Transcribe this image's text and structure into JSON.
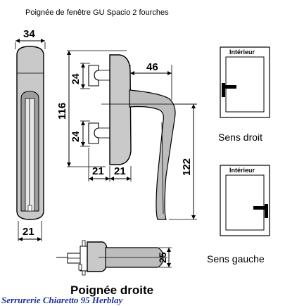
{
  "title": "Poignée de fenêtre GU Spacio 2 fourches",
  "dimensions": {
    "width_top": "34",
    "height_total": "116",
    "fork_top": "24",
    "fork_bottom": "24",
    "offset": "46",
    "base_left": "21",
    "base_right": "21",
    "handle_length": "122",
    "width_bottom": "21",
    "side_height": "25"
  },
  "orientation": {
    "droite": {
      "header": "Intérieur",
      "label": "Sens droit"
    },
    "gauche": {
      "header": "Intérieur",
      "label": "Sens gauche"
    }
  },
  "caption": "Poignée droite",
  "footer": "Serrurerie Chiaretto 95 Herblay",
  "colors": {
    "footer": "#1f2f9a",
    "mark": "#000000"
  }
}
